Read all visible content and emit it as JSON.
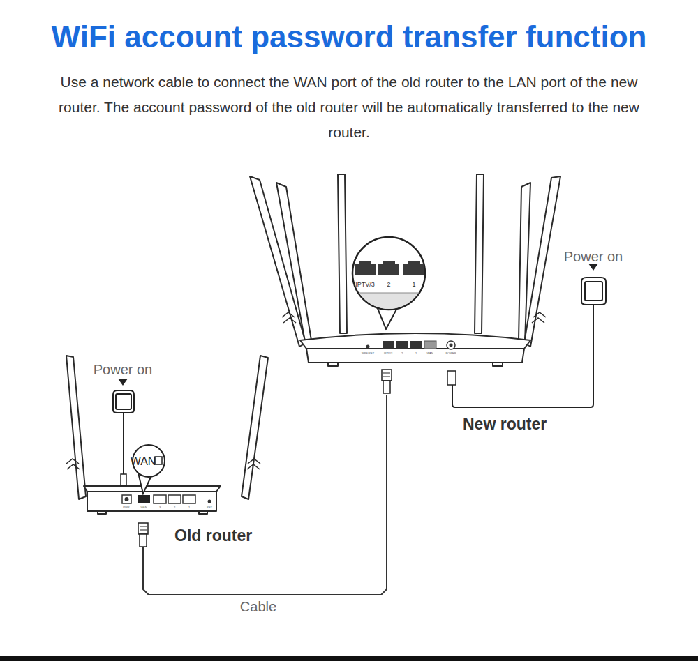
{
  "diagram": {
    "title": "WiFi account password transfer function",
    "caption": "Use a network cable to connect the WAN port of the old router to the LAN port of the new router. The account password of the old router will be automatically transferred to the new router.",
    "nodes": [
      {
        "text": [
          "New router"
        ]
      },
      {
        "text": [
          "Old router"
        ]
      }
    ],
    "edges": [
      {
        "from": 1,
        "to": 0,
        "label": "Cable",
        "arrow": "none"
      }
    ],
    "labels": [
      "Power on",
      "Power on",
      "IPTV/3",
      "2",
      "1",
      "WAN",
      "WPS/RST",
      "IPTV/3",
      "2",
      "1",
      "WAN",
      "POWER",
      "PWR",
      "WAN",
      "3",
      "2",
      "1",
      "RST"
    ]
  }
}
